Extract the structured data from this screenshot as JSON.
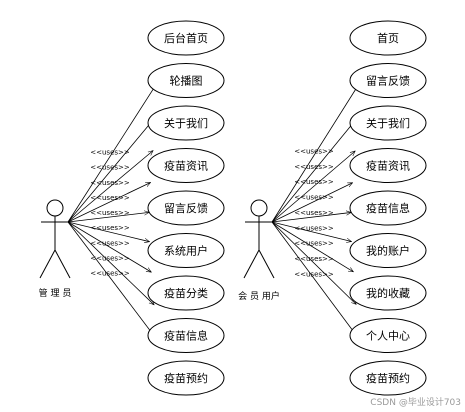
{
  "diagram": {
    "type": "use-case",
    "actors": [
      {
        "id": "admin",
        "label": "管 理 员",
        "use_cases": [
          "后台首页",
          "轮播图",
          "关于我们",
          "疫苗资讯",
          "留言反馈",
          "系统用户",
          "疫苗分类",
          "疫苗信息",
          "疫苗预约"
        ]
      },
      {
        "id": "member",
        "label": "会 员 用户",
        "use_cases": [
          "首页",
          "留言反馈",
          "关于我们",
          "疫苗资讯",
          "疫苗信息",
          "我的账户",
          "我的收藏",
          "个人中心",
          "疫苗预约"
        ]
      }
    ],
    "relation_label": "<<uses>>"
  },
  "watermark": "CSDN @毕业设计703"
}
